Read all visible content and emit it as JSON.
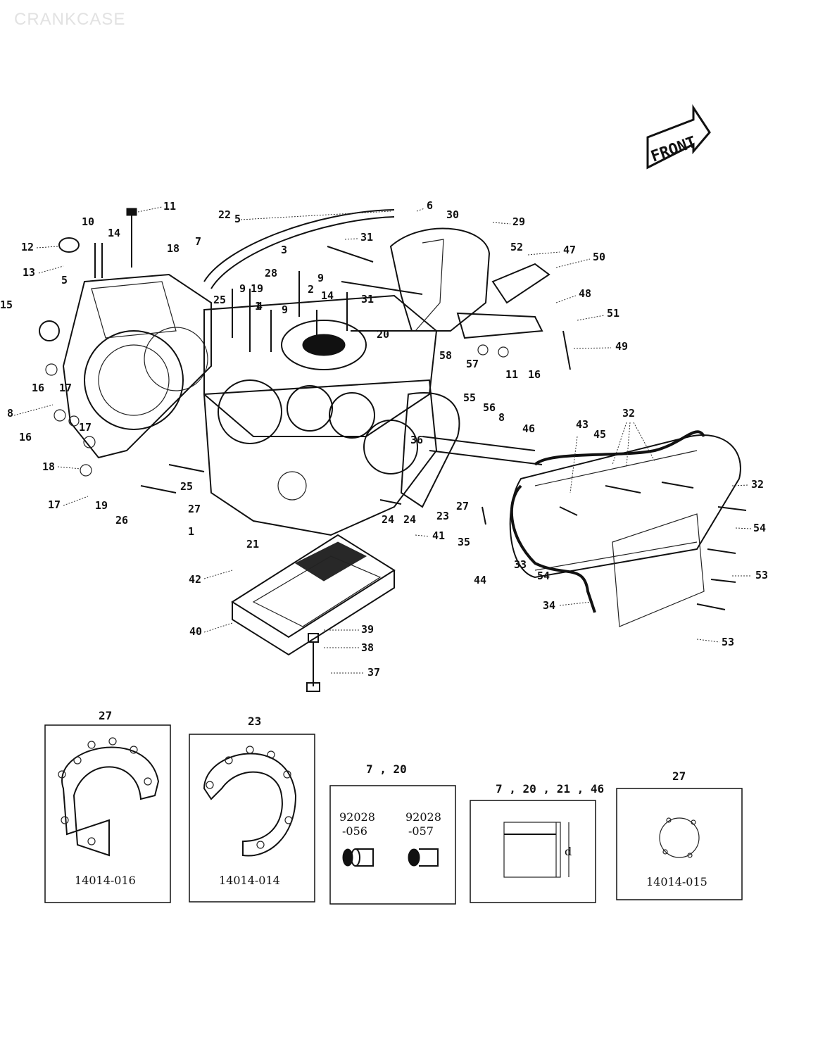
{
  "watermark": "CRANKCASE",
  "front_label": "FRONT",
  "callouts": [
    {
      "id": "c11a",
      "text": "11"
    },
    {
      "id": "c10",
      "text": "10"
    },
    {
      "id": "c14a",
      "text": "14"
    },
    {
      "id": "c22",
      "text": "22"
    },
    {
      "id": "c5a",
      "text": "5"
    },
    {
      "id": "c6",
      "text": "6"
    },
    {
      "id": "c30",
      "text": "30"
    },
    {
      "id": "c29",
      "text": "29"
    },
    {
      "id": "c31a",
      "text": "31"
    },
    {
      "id": "c12",
      "text": "12"
    },
    {
      "id": "c13",
      "text": "13"
    },
    {
      "id": "c5b",
      "text": "5"
    },
    {
      "id": "c18",
      "text": "18"
    },
    {
      "id": "c7",
      "text": "7"
    },
    {
      "id": "c3",
      "text": "3"
    },
    {
      "id": "c28",
      "text": "28"
    },
    {
      "id": "c9a",
      "text": "9"
    },
    {
      "id": "c52",
      "text": "52"
    },
    {
      "id": "c47",
      "text": "47"
    },
    {
      "id": "c50",
      "text": "50"
    },
    {
      "id": "c25a",
      "text": "25"
    },
    {
      "id": "c9b",
      "text": "9"
    },
    {
      "id": "c19a",
      "text": "19"
    },
    {
      "id": "c1a",
      "text": "1"
    },
    {
      "id": "c2",
      "text": "2"
    },
    {
      "id": "c14b",
      "text": "14"
    },
    {
      "id": "c31b",
      "text": "31"
    },
    {
      "id": "c48",
      "text": "48"
    },
    {
      "id": "c4",
      "text": "4"
    },
    {
      "id": "c9c",
      "text": "9"
    },
    {
      "id": "c51",
      "text": "51"
    },
    {
      "id": "c15",
      "text": "15"
    },
    {
      "id": "c20",
      "text": "20"
    },
    {
      "id": "c49",
      "text": "49"
    },
    {
      "id": "c58",
      "text": "58"
    },
    {
      "id": "c57",
      "text": "57"
    },
    {
      "id": "c11b",
      "text": "11"
    },
    {
      "id": "c16a",
      "text": "16"
    },
    {
      "id": "c16b",
      "text": "16"
    },
    {
      "id": "c17a",
      "text": "17"
    },
    {
      "id": "c8a",
      "text": "8"
    },
    {
      "id": "c55",
      "text": "55"
    },
    {
      "id": "c56",
      "text": "56"
    },
    {
      "id": "c8b",
      "text": "8"
    },
    {
      "id": "c46",
      "text": "46"
    },
    {
      "id": "c43",
      "text": "43"
    },
    {
      "id": "c45",
      "text": "45"
    },
    {
      "id": "c32a",
      "text": "32"
    },
    {
      "id": "c17b",
      "text": "17"
    },
    {
      "id": "c16c",
      "text": "16"
    },
    {
      "id": "c36",
      "text": "36"
    },
    {
      "id": "c32b",
      "text": "32"
    },
    {
      "id": "c18b",
      "text": "18"
    },
    {
      "id": "c25b",
      "text": "25"
    },
    {
      "id": "c17c",
      "text": "17"
    },
    {
      "id": "c19b",
      "text": "19"
    },
    {
      "id": "c26",
      "text": "26"
    },
    {
      "id": "c27a",
      "text": "27"
    },
    {
      "id": "c1b",
      "text": "1"
    },
    {
      "id": "c27b",
      "text": "27"
    },
    {
      "id": "c23",
      "text": "23"
    },
    {
      "id": "c24a",
      "text": "24"
    },
    {
      "id": "c24b",
      "text": "24"
    },
    {
      "id": "c41",
      "text": "41"
    },
    {
      "id": "c35",
      "text": "35"
    },
    {
      "id": "c54a",
      "text": "54"
    },
    {
      "id": "c21",
      "text": "21"
    },
    {
      "id": "c42",
      "text": "42"
    },
    {
      "id": "c44",
      "text": "44"
    },
    {
      "id": "c33",
      "text": "33"
    },
    {
      "id": "c54b",
      "text": "54"
    },
    {
      "id": "c53a",
      "text": "53"
    },
    {
      "id": "c34",
      "text": "34"
    },
    {
      "id": "c40",
      "text": "40"
    },
    {
      "id": "c39",
      "text": "39"
    },
    {
      "id": "c38",
      "text": "38"
    },
    {
      "id": "c53b",
      "text": "53"
    },
    {
      "id": "c37",
      "text": "37"
    }
  ],
  "insets": [
    {
      "title": "27",
      "part_number": "14014-016"
    },
    {
      "title": "23",
      "part_number": "14014-014"
    },
    {
      "title": "7 , 20",
      "labels": [
        "92028",
        "-056",
        "92028",
        "-057"
      ]
    },
    {
      "title": "7 , 20 , 21 , 46",
      "dim_label": "d"
    },
    {
      "title": "27",
      "part_number": "14014-015"
    }
  ]
}
